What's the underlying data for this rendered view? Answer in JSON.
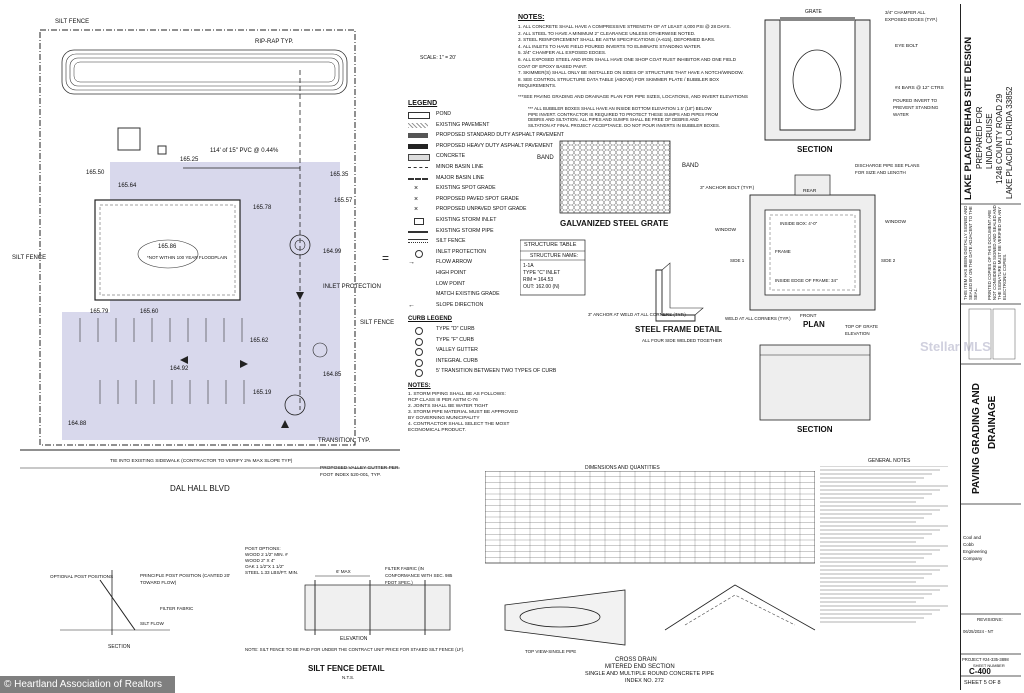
{
  "site": {
    "silt_fence_label": "SILT FENCE",
    "street_label": "DAL HALL BLVD",
    "pipe_label": "114' of 15\" PVC @ 0.44%",
    "flood_label": "*NOT WITHIN 100 YEAR FLOODPLAIN",
    "flood_elev": "165.86",
    "inlet_protection": "INLET PROTECTION",
    "transition": "TRANSITION, TYP.",
    "tie_note": "TIE INTO EXISTING SIDEWALK (CONTRACTOR TO VERIFY 2% MAX SLOPE TYP)",
    "valley_note": "PROPOSED VALLEY GUTTER PER FOOT INDEX 520-001, TYP.",
    "rip_rap": "RIP-RAP TYP.",
    "grade_labels": [
      "165.25",
      "165.64",
      "165.50",
      "165.57",
      "165.78",
      "165.79",
      "165.60",
      "164.99",
      "164.85",
      "165.62",
      "165.19",
      "164.88",
      "164.92",
      "165.35"
    ],
    "scale": "SCALE: 1\" = 20'"
  },
  "legend": {
    "title": "LEGEND",
    "items": [
      "POND",
      "EXISTING PAVEMENT",
      "PROPOSED STANDARD DUTY ASPHALT PAVEMENT",
      "PROPOSED HEAVY DUTY ASPHALT PAVEMENT",
      "CONCRETE",
      "MINOR BASIN LINE",
      "MAJOR BASIN LINE",
      "EXISTING SPOT GRADE",
      "PROPOSED PAVED SPOT GRADE",
      "PROPOSED UNPAVED SPOT GRADE",
      "EXISTING STORM INLET",
      "EXISTING STORM PIPE",
      "SILT FENCE",
      "INLET PROTECTION",
      "FLOW ARROW",
      "HIGH POINT",
      "LOW POINT",
      "MATCH EXISTING GRADE",
      "SLOPE DIRECTION"
    ],
    "curb_title": "CURB LEGEND",
    "curb_items": [
      "TYPE \"D\" CURB",
      "TYPE \"F\" CURB",
      "VALLEY GUTTER",
      "INTEGRAL CURB",
      "5' TRANSITION BETWEEN TWO TYPES OF CURB"
    ],
    "notes_title": "NOTES:",
    "notes": [
      "1. STORM PIPING SHALL BE AS FOLLOWS:",
      "RCP CLASS III PER ASTM C-76",
      "2. JOINTS SHALL BE WATER TIGHT",
      "3. STORM PIPE MATERIAL MUST BE APPROVED",
      "BY GOVERNING MUNICIPALITY",
      "4. CONTRACTOR SHALL SELECT THE MOST",
      "ECONOMICAL PRODUCT."
    ]
  },
  "notes": {
    "title": "NOTES:",
    "lines": [
      "1. ALL CONCRETE SHALL HAVE A COMPRESSIVE STRENGTH OF AT LEAST 4,000 PSI @ 28 DAYS.",
      "2. ALL STEEL TO HAVE A MINIMUM 2\" CLEARANCE UNLESS OTHERWISE NOTED.",
      "3. STEEL REINFORCEMENT SHALL BE ASTM SPECIFICATIONS (A-615), DEFORMED BARS.",
      "4. ALL INLETS TO HAVE FIELD POURED INVERTS TO ELIMINATE STANDING WATER.",
      "5. 3/4\" CHAMFER ALL EXPOSED EDGES.",
      "6. ALL EXPOSED STEEL AND IRON SHALL HAVE ONE SHOP COAT RUST INHIBITOR AND ONE FIELD",
      "   COAT OF EPOXY BASED PAINT.",
      "7. SKIMMER(S) SHALL ONLY BE INSTALLED ON SIDES OF STRUCTURE THAT HAVE A NOTCH/WINDOW.",
      "8. SEE CONTROL STRUCTURE DATA TABLE (ABOVE) FOR SKIMMER PLATE / BUBBLER BOX",
      "   REQUIREMENTS."
    ],
    "paving_ref": "***SEE PAVING GRADING AND DRAINAGE PLAN FOR PIPE SIZES, LOCATIONS, AND INVERT ELEVATIONS",
    "bubbler": [
      "*** ALL BUBBLER BOXES SHALL HAVE AN INSIDE BOTTOM ELEVATION 1.5' (18\") BELOW",
      "PIPE INVERT. CONTRACTOR IS REQUIRED TO PROTECT THESE SUMPS AND PIPES FROM",
      "DEBRIS AND SILTATION. ALL PIPES AND SUMPS SHALL BE FREE OF DEBRIS AND",
      "SILTATION AT FINAL PROJECT ACCEPTANCE. DO NOT POUR INVERTS IN BUBBLER BOXES."
    ]
  },
  "details": {
    "grate_title": "GALVANIZED STEEL GRATE",
    "band": "BAND",
    "structure_table_title": "STRUCTURE TABLE",
    "structure_name": "STRUCTURE NAME:",
    "structure_rows": [
      "1-1A",
      "TYPE \"C\" INLET",
      "RIM = 164.53",
      "OUT: 162.00 (N)"
    ],
    "steel_frame_title": "STEEL FRAME DETAIL",
    "steel_frame_sub": "ALL FOUR SIDE WELDED TOGETHER",
    "anchor_weld": "3\" ANCHOR AT WELD AT ALL CORNERS (TYP.)",
    "section_title_1": "SECTION",
    "section_title_2": "SECTION",
    "plan_title": "PLAN",
    "chamfer": "3/4\" CHAMFER ALL EXPOSED EDGES (TYP.)",
    "grate": "GRATE",
    "eye_bolt": "EYE BOLT",
    "bars": "#4 BARS @ 12\" CTRS",
    "poured_invert": "POURED INVERT TO PREVENT STANDING WATER",
    "anchor_bolt": "3\" ANCHOR BOLT (TYP.)",
    "discharge": "DISCHARGE PIPE SEE PLANS FOR SIZE AND LENGTH",
    "rear": "REAR",
    "window_l": "WINDOW",
    "window_r": "WINDOW",
    "frame": "FRAME",
    "inside_box": "INSIDE BOX: 4'-0\"",
    "inside_ledge": "INSIDE EDGE OF FRAME: 34\"",
    "side_1": "SIDE 1",
    "side_2": "SIDE 2",
    "front": "FRONT",
    "weld": "WELD AT ALL CORNERS (TYP.)",
    "top_grate": "TOP OF GRATE ELEVATION",
    "silt_fence_title": "SILT FENCE DETAIL",
    "silt_fence_sub": "N.T.S.",
    "silt_post_options": [
      "POST OPTIONS:",
      "WOOD 2 1/2\" MIN. #",
      "WOOD 2\" X 4\"",
      "OAK 1 1/2\"X 1 1/2\"",
      "STEEL 1.33 LBS/FT. MIN."
    ],
    "filter_fabric": "FILTER FABRIC (IN CONFORMANCE WITH SEC. 985 FDOT SPEC.)",
    "silt_labels": [
      "OPTIONAL POST POSITIONS",
      "PRINCIPLE POST POSITION (CANTED 20' TOWARD FLOW)",
      "FILTER FABRIC",
      "SILT FLOW",
      "SECTION",
      "ELEVATION",
      "6' MAX"
    ],
    "silt_note": "NOTE: SILT FENCE TO BE PAID FOR UNDER THE CONTRACT UNIT PRICE FOR STAKED SILT FENCE (LF).",
    "cross_drain_title": "CROSS DRAIN",
    "mitered_title": "MITERED END SECTION",
    "mitered_sub": "SINGLE AND MULTIPLE ROUND CONCRETE PIPE",
    "index": "INDEX NO. 272",
    "top_view": "TOP VIEW-SINGLE PIPE",
    "table_title": "DIMENSIONS  AND  QUANTITIES",
    "general_notes_title": "GENERAL NOTES"
  },
  "title_block": {
    "project_title": "LAKE PLACID REHAB SITE DESIGN",
    "prepared_for": "PREPARED FOR",
    "client": "LINDA CRUISE",
    "address_1": "1248 COUNTY ROAD 29",
    "address_2": "LAKE PLACID FLORIDA 33852",
    "seal_note": "THIS ITEM HAS BEEN DIGITALLY SIGNED AND SEALED BY ON THE DATE ADJACENT TO THE SEAL.",
    "printed_note": "PRINTED COPIES OF THIS DOCUMENT ARE NOT CONSIDERED SIGNED AND SEALED AND THE SIGNATURE MUST BE VERIFIED ON ANY ELECTRONIC COPIES.",
    "sheet_name_1": "PAVING GRADING AND",
    "sheet_name_2": "DRAINAGE",
    "revisions": "REVISIONS:",
    "revision_date": "06/25/2024 - NT",
    "project_no": "PROJECT #24-335-3898",
    "sheet_number_label": "SHEET NUMBER",
    "sheet_number": "C-400",
    "sheet_of": "SHEET 5 OF 8",
    "firm": "Cool and Cobb Engineering Company"
  },
  "watermark": "© Heartland Association of Realtors",
  "watermark_mls": "Stellar MLS"
}
